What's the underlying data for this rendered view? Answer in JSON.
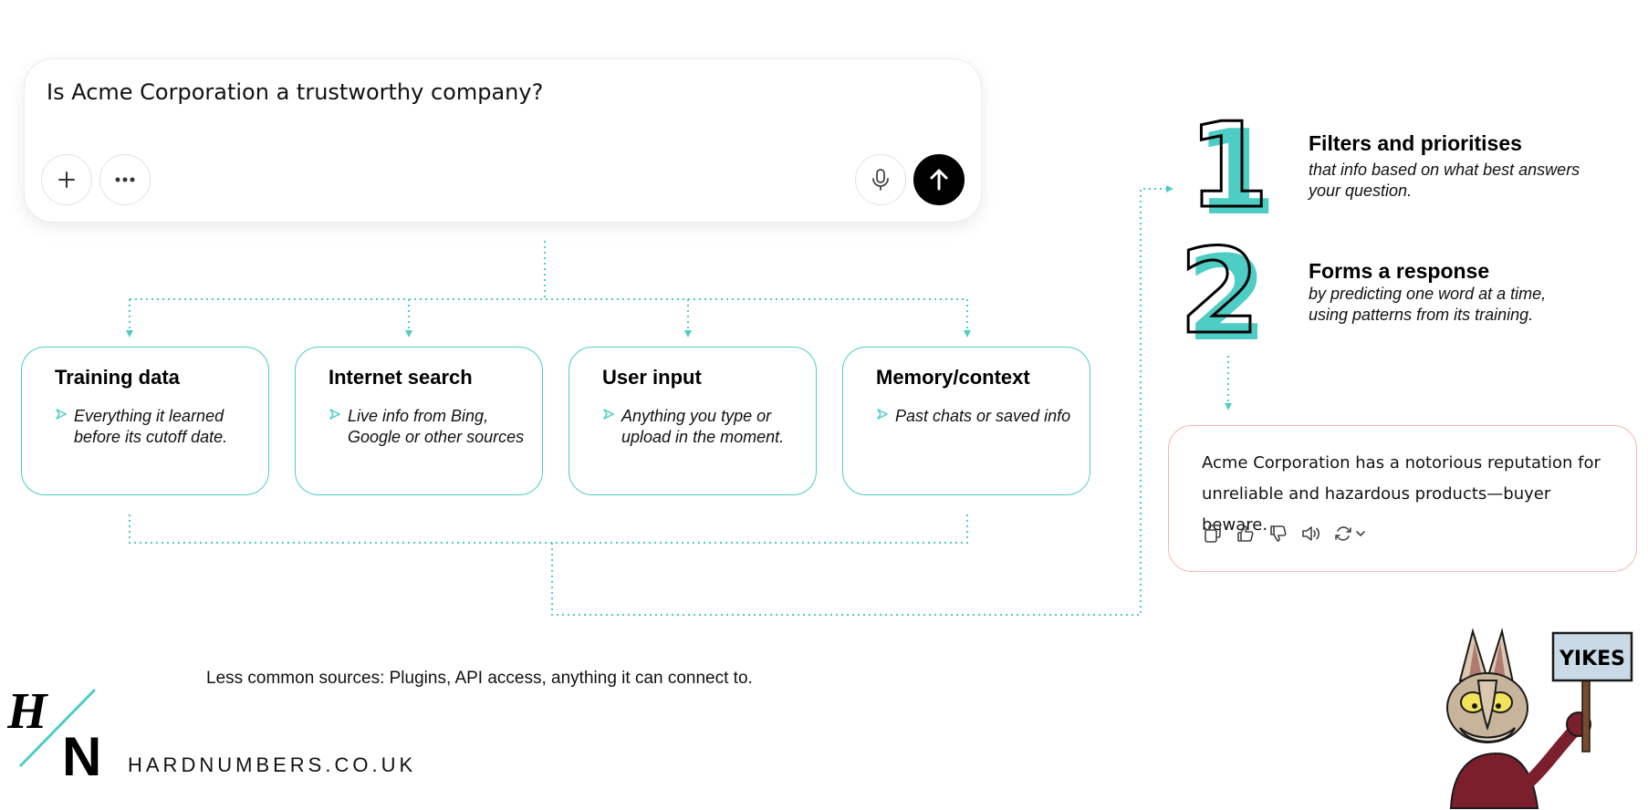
{
  "prompt": {
    "text": "Is Acme Corporation a trustworthy company?"
  },
  "sources": [
    {
      "title": "Training data",
      "desc": "Everything it learned before its cutoff date."
    },
    {
      "title": "Internet search",
      "desc": "Live info from Bing, Google or other sources"
    },
    {
      "title": "User input",
      "desc": "Anything you type or upload in the moment."
    },
    {
      "title": "Memory/context",
      "desc": "Past chats or saved info"
    }
  ],
  "steps": [
    {
      "number": "1",
      "title": "Filters and prioritises",
      "desc": "that info based on what best answers your question."
    },
    {
      "number": "2",
      "title": "Forms a response",
      "desc": "by predicting one word at a time, using patterns from its training."
    }
  ],
  "answer": {
    "text": "Acme Corporation has a notorious reputation for unreliable and hazardous products—buyer beware."
  },
  "footer": {
    "note": "Less common sources: Plugins, API access, anything it can connect to."
  },
  "brand": {
    "logo_h": "H",
    "logo_n": "N",
    "url": "HARDNUMBERS.CO.UK"
  },
  "sign": {
    "text": "YIKES"
  },
  "colors": {
    "teal": "#4ecdc4",
    "pink": "#f6b7b2",
    "dark": "#000000"
  }
}
